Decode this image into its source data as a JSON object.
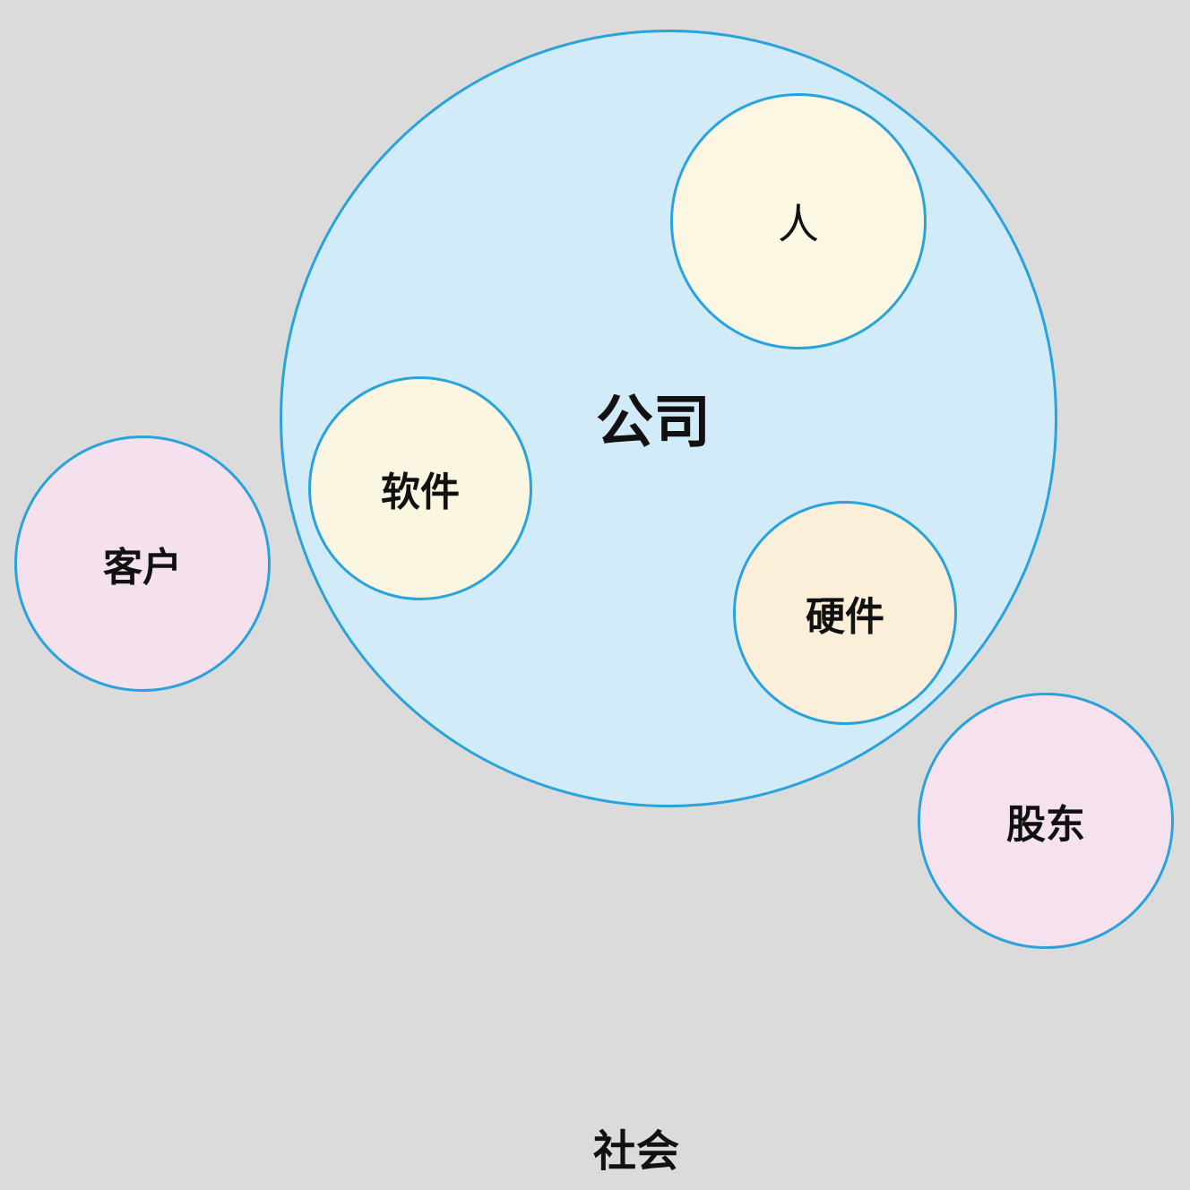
{
  "diagram": {
    "background_label": "社会",
    "main_circle": {
      "label": "公司",
      "fill": "#d2ebf8",
      "stroke": "#2aa3dc"
    },
    "inner_circles": [
      {
        "label": "人",
        "fill": "#fbf7e2"
      },
      {
        "label": "软件",
        "fill": "#fbf6e2"
      },
      {
        "label": "硬件",
        "fill": "#fcefd9"
      }
    ],
    "outer_circles": [
      {
        "label": "客户",
        "fill": "#f5e1ee"
      },
      {
        "label": "股东",
        "fill": "#f6e2ee"
      }
    ],
    "colors": {
      "background": "#dcdbdc",
      "stroke": "#2aa3dc",
      "text": "#111111"
    }
  }
}
